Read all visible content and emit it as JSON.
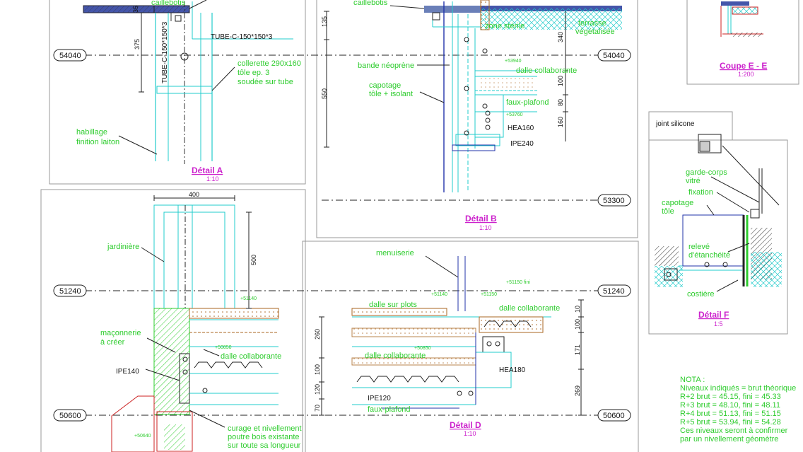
{
  "details": {
    "a": {
      "title": "Détail A",
      "scale": "1:10"
    },
    "b": {
      "title": "Détail B",
      "scale": "1:10"
    },
    "d": {
      "title": "Détail D",
      "scale": "1:10"
    },
    "f": {
      "title": "Détail F",
      "scale": "1:5"
    },
    "e": {
      "title": "Coupe E - E",
      "scale": "1:200"
    }
  },
  "levels": {
    "l54040": "54040",
    "l53300": "53300",
    "l51240": "51240",
    "l50600": "50600"
  },
  "labels": {
    "caillebotis": "caillebotis",
    "tube": "TUBE-C-150*150*3",
    "tube_v": "TUBE-C-150*150*3",
    "collerette_1": "collerette 290x160",
    "collerette_2": "tôle ep. 3",
    "collerette_3": "soudée sur tube",
    "habillage_1": "habillage",
    "habillage_2": "finition laiton",
    "zone_sterile": "zone stérile",
    "terrasse_1": "terrasse",
    "terrasse_2": "végétalisée",
    "bande_neoprene": "bande néoprène",
    "dalle_collaborante": "dalle collaborante",
    "capotage_1": "capotage",
    "capotage_2": "tôle + isolant",
    "faux_plafond": "faux-plafond",
    "hea160": "HEA160",
    "ipe240": "IPE240",
    "b_lvl1": "+53940",
    "b_lvl2": "+53760",
    "jardiniere": "jardinière",
    "maconnerie_1": "maçonnerie",
    "maconnerie_2": "à créer",
    "ipe140": "IPE140",
    "curage_1": "curage et nivellement",
    "curage_2": "poutre bois existante",
    "curage_3": "sur toute sa longueur",
    "c_lvl1": "+51140",
    "c_lvl2": "+50850",
    "c_lvl3": "+50640",
    "menuiserie": "menuiserie",
    "dalle_sur_plots": "dalle sur plots",
    "ipe120": "IPE120",
    "hea180": "HEA180",
    "d_lvl1": "+51140",
    "d_lvl2": "+51150",
    "d_lvl3": "+51150 fini",
    "d_lvl4": "+50850",
    "joint_silicone": "joint silicone",
    "garde_corps_1": "garde-corps",
    "garde_corps_2": "vitré",
    "fixation": "fixation",
    "capotage_tole_1": "capotage",
    "capotage_tole_2": "tôle",
    "releve_1": "relevé",
    "releve_2": "d'étanchéité",
    "costiere": "costière"
  },
  "dims": {
    "a_375": "375",
    "a_35": "35",
    "b_135": "135",
    "b_550": "550",
    "b_340": "340",
    "b_100": "100",
    "b_80": "80",
    "b_160": "160",
    "c_400": "400",
    "c_500": "500",
    "d_10": "10",
    "d_100": "100",
    "d_171": "171",
    "d_269": "269",
    "d_260": "260",
    "d_100b": "100",
    "d_120": "120",
    "d_70": "70"
  },
  "nota": {
    "title": "NOTA :",
    "lines": [
      "Niveaux indiqués = brut théorique",
      "R+2 brut = 45.15, fini = 45.33",
      "R+3 brut = 48.10, fini = 48.11",
      "R+4 brut = 51.13, fini = 51.15",
      "R+5 brut = 53.94, fini = 54.28",
      "Ces niveaux seront à confirmer",
      "par un nivellement géomètre"
    ]
  }
}
